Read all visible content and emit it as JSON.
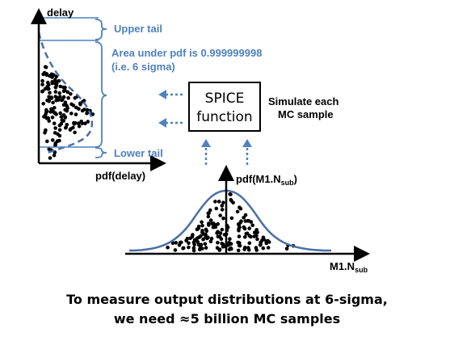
{
  "colors": {
    "annotation": "#4f81bd",
    "curve": "#4a6fa5",
    "axis": "#000000",
    "dots": "#000000"
  },
  "left_plot": {
    "y_axis_label": "delay",
    "x_axis_label": "pdf(delay)",
    "upper_tail_label": "Upper tail",
    "area_label_line1": "Area under pdf is 0.999999998",
    "area_label_line2": "(i.e. 6 sigma)",
    "lower_tail_label": "Lower tail"
  },
  "spice_box": {
    "line1": "SPICE",
    "line2": "function"
  },
  "simulate_note": {
    "line1": "Simulate each",
    "line2": "MC sample"
  },
  "bottom_plot": {
    "y_axis_label_main": "pdf(M1.N",
    "y_axis_label_sub": "sub",
    "y_axis_label_close": ")",
    "x_axis_label_main": "M1.N",
    "x_axis_label_sub": "sub"
  },
  "caption": {
    "line1": "To measure output distributions at 6-sigma,",
    "line2": "we need ≈5 billion MC samples"
  }
}
